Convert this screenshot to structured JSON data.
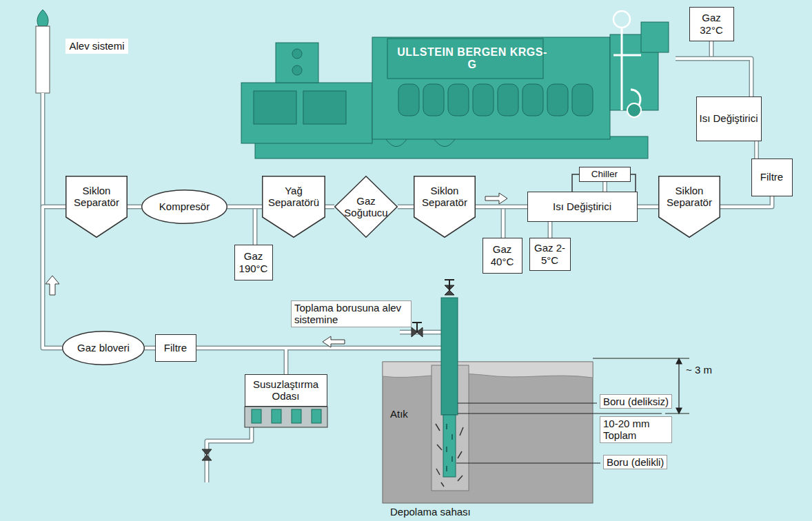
{
  "diagram": {
    "nodes": [
      {
        "text": [
          "Alev sistemi"
        ]
      },
      {
        "text": [
          "ULLSTEIN BERGEN KRGS-G"
        ]
      },
      {
        "text": [
          "Gaz 32°C"
        ]
      },
      {
        "text": [
          "Isı Değiştirici"
        ]
      },
      {
        "text": [
          "Filtre"
        ]
      },
      {
        "text": [
          "Siklon Separatör"
        ]
      },
      {
        "text": [
          "Kompresör"
        ]
      },
      {
        "text": [
          "Yağ Separatörü"
        ]
      },
      {
        "text": [
          "Gaz Soğutucu"
        ]
      },
      {
        "text": [
          "Siklon Separatör"
        ]
      },
      {
        "text": [
          "Chiller"
        ]
      },
      {
        "text": [
          "Isı Değiştirici"
        ]
      },
      {
        "text": [
          "Siklon Separatör"
        ]
      },
      {
        "text": [
          "Gaz 190°C"
        ]
      },
      {
        "text": [
          "Gaz 40°C"
        ]
      },
      {
        "text": [
          "Gaz 2-5°C"
        ]
      },
      {
        "text": [
          "Gaz bloveri"
        ]
      },
      {
        "text": [
          "Filtre"
        ]
      },
      {
        "text": [
          "Susuzlaştırma Odası"
        ]
      }
    ],
    "edges": [
      {
        "from": 17,
        "to": 16,
        "arrow": "none"
      },
      {
        "from": 16,
        "to": 5,
        "arrow": "none"
      },
      {
        "from": 5,
        "to": 6,
        "arrow": "none"
      },
      {
        "from": 6,
        "to": 7,
        "arrow": "none"
      },
      {
        "from": 7,
        "to": 8,
        "arrow": "none"
      },
      {
        "from": 8,
        "to": 9,
        "arrow": "none"
      },
      {
        "from": 9,
        "to": 11,
        "arrow": "none"
      },
      {
        "from": 11,
        "to": 12,
        "arrow": "none"
      },
      {
        "from": 12,
        "to": 4,
        "arrow": "none"
      },
      {
        "from": 4,
        "to": 3,
        "arrow": "none"
      },
      {
        "from": 3,
        "to": 1,
        "arrow": "none"
      },
      {
        "from": 10,
        "to": 11,
        "arrow": "none"
      },
      {
        "from": 11,
        "to": 15,
        "arrow": "none"
      }
    ],
    "labels": [
      "Toplama borusuna alev sistemine",
      "~ 3 m",
      "Boru (deliksiz)",
      "10-20 mm Toplam",
      "Atık",
      "Boru (delikli)",
      "Depolama sahası"
    ]
  }
}
